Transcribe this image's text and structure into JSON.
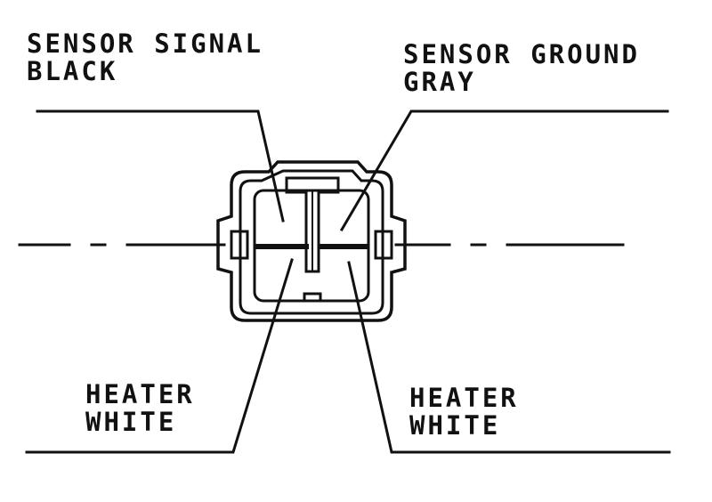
{
  "labels": {
    "sensor_signal": {
      "name": "SENSOR SIGNAL",
      "color": "BLACK"
    },
    "sensor_ground": {
      "name": "SENSOR GROUND",
      "color": "GRAY"
    },
    "heater_left": {
      "name": "HEATER",
      "color": "WHITE"
    },
    "heater_right": {
      "name": "HEATER",
      "color": "WHITE"
    }
  },
  "colors": {
    "line": "#111111",
    "background": "#ffffff"
  }
}
